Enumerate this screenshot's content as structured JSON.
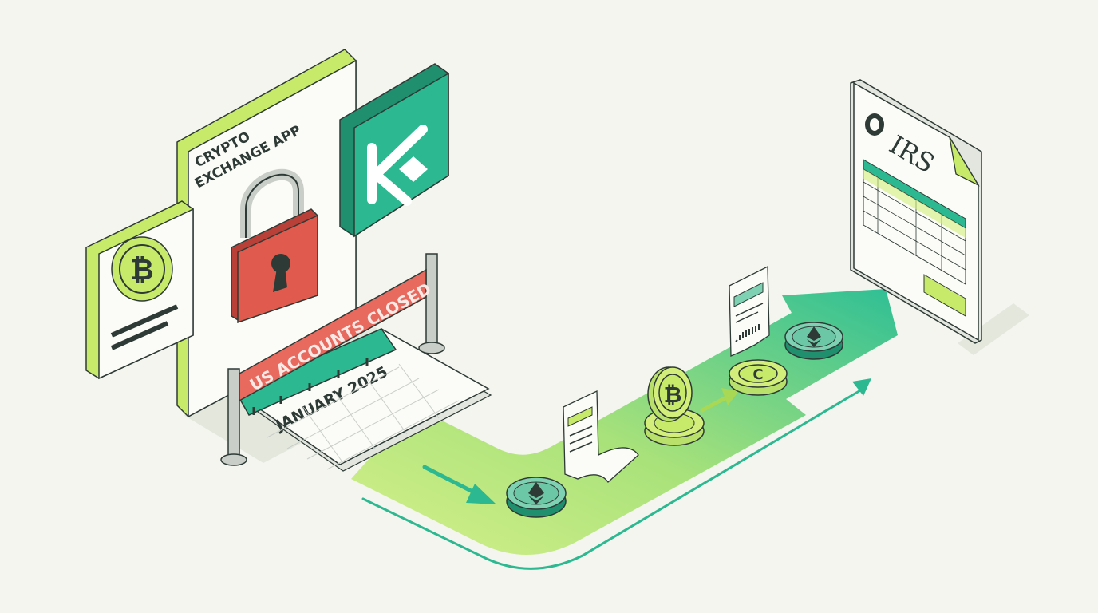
{
  "app_panel": {
    "title_line1": "CRYPTO",
    "title_line2": "EXCHANGE APP"
  },
  "banner": {
    "text": "US ACCOUNTS CLOSED"
  },
  "calendar": {
    "month": "JANUARY 2025"
  },
  "tax_form": {
    "agency": "IRS"
  },
  "icons": {
    "app_logo": "exchange-logo-icon",
    "lock": "padlock-icon",
    "wallet_coin": "bitcoin-icon",
    "coins": [
      "ethereum-icon",
      "bitcoin-icon",
      "stablecoin-icon",
      "ethereum-icon"
    ],
    "receipts": [
      "receipt-icon",
      "receipt-icon"
    ]
  },
  "colors": {
    "background": "#f3f5ee",
    "lime": "#c8ea6a",
    "teal": "#2cb890",
    "red_banner": "#e8695e",
    "lock_red": "#e05a4e",
    "outline": "#2e3a35"
  }
}
